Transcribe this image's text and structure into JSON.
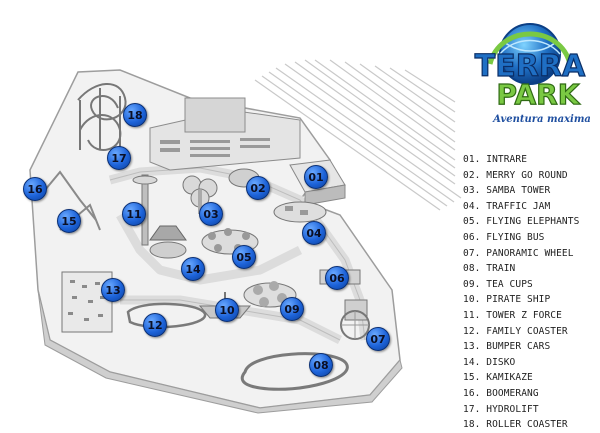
{
  "brand": {
    "name_line1": "TERRA",
    "name_line2": "PARK",
    "tagline": "Aventura maxima"
  },
  "colors": {
    "marker_blue": "#1d63d9",
    "logo_blue": "#1f6fc4",
    "logo_green": "#7ac943"
  },
  "markers": [
    "01",
    "02",
    "03",
    "04",
    "05",
    "06",
    "07",
    "08",
    "09",
    "10",
    "11",
    "12",
    "13",
    "14",
    "15",
    "16",
    "17",
    "18"
  ],
  "legend": [
    "01. INTRARE",
    "02. MERRY GO ROUND",
    "03. SAMBA TOWER",
    "04. TRAFFIC JAM",
    "05. FLYING ELEPHANTS",
    "06. FLYING BUS",
    "07. PANORAMIC WHEEL",
    "08. TRAIN",
    "09. TEA CUPS",
    "10. PIRATE SHIP",
    "11. TOWER Z FORCE",
    "12. FAMILY COASTER",
    "13. BUMPER CARS",
    "14. DISKO",
    "15. KAMIKAZE",
    "16. BOOMERANG",
    "17. HYDROLIFT",
    "18. ROLLER COASTER"
  ]
}
